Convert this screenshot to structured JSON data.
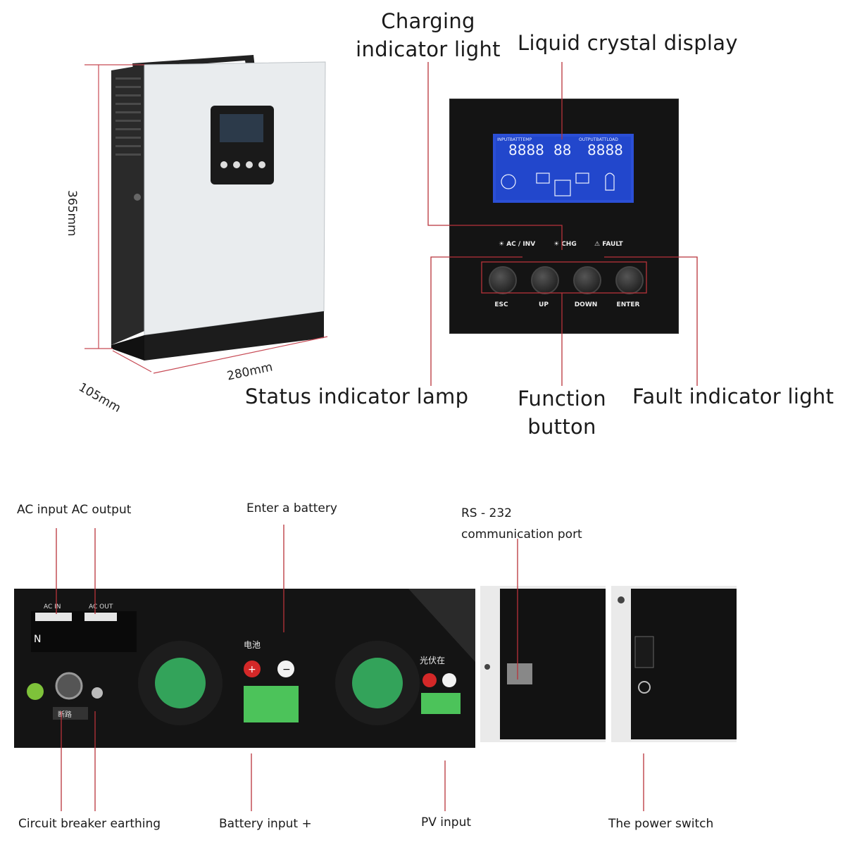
{
  "top": {
    "labels": {
      "charging": [
        "Charging",
        "indicator light"
      ],
      "lcd": "Liquid crystal display",
      "status": "Status indicator lamp",
      "function": [
        "Function",
        "button"
      ],
      "fault": "Fault indicator light"
    },
    "dimensions": {
      "height": "365mm",
      "width": "280mm",
      "depth": "105mm"
    },
    "panel": {
      "lcd_top_left": "INPUTBATTTEMP",
      "lcd_top_right": "OUTPUTBATTLOAD",
      "lcd_digits_left": "8888",
      "lcd_digits_mid": "88",
      "lcd_digits_right": "8888",
      "indicator_ac_inv": "AC / INV",
      "indicator_chg": "CHG",
      "indicator_fault": "FAULT",
      "buttons": [
        "ESC",
        "UP",
        "DOWN",
        "ENTER"
      ]
    }
  },
  "bottom": {
    "labels": {
      "ac": "AC input AC output",
      "battery_enter": "Enter a battery",
      "rs232": [
        "RS - 232",
        "communication port"
      ],
      "breaker": "Circuit breaker earthing",
      "battery_input": "Battery input +",
      "pv": "PV input",
      "power": "The power switch"
    },
    "device": {
      "ac_in": "AC IN",
      "ac_out": "AC OUT",
      "n_mark": "N",
      "battery_cn": "电池",
      "pv_cn": "光伏在",
      "breaker_cn": "断路"
    }
  },
  "colors": {
    "leader": "#b8323a",
    "dim_line": "#c74a55",
    "lcd_blue": "#2b4fd6",
    "terminal_green": "#4cc35a"
  }
}
